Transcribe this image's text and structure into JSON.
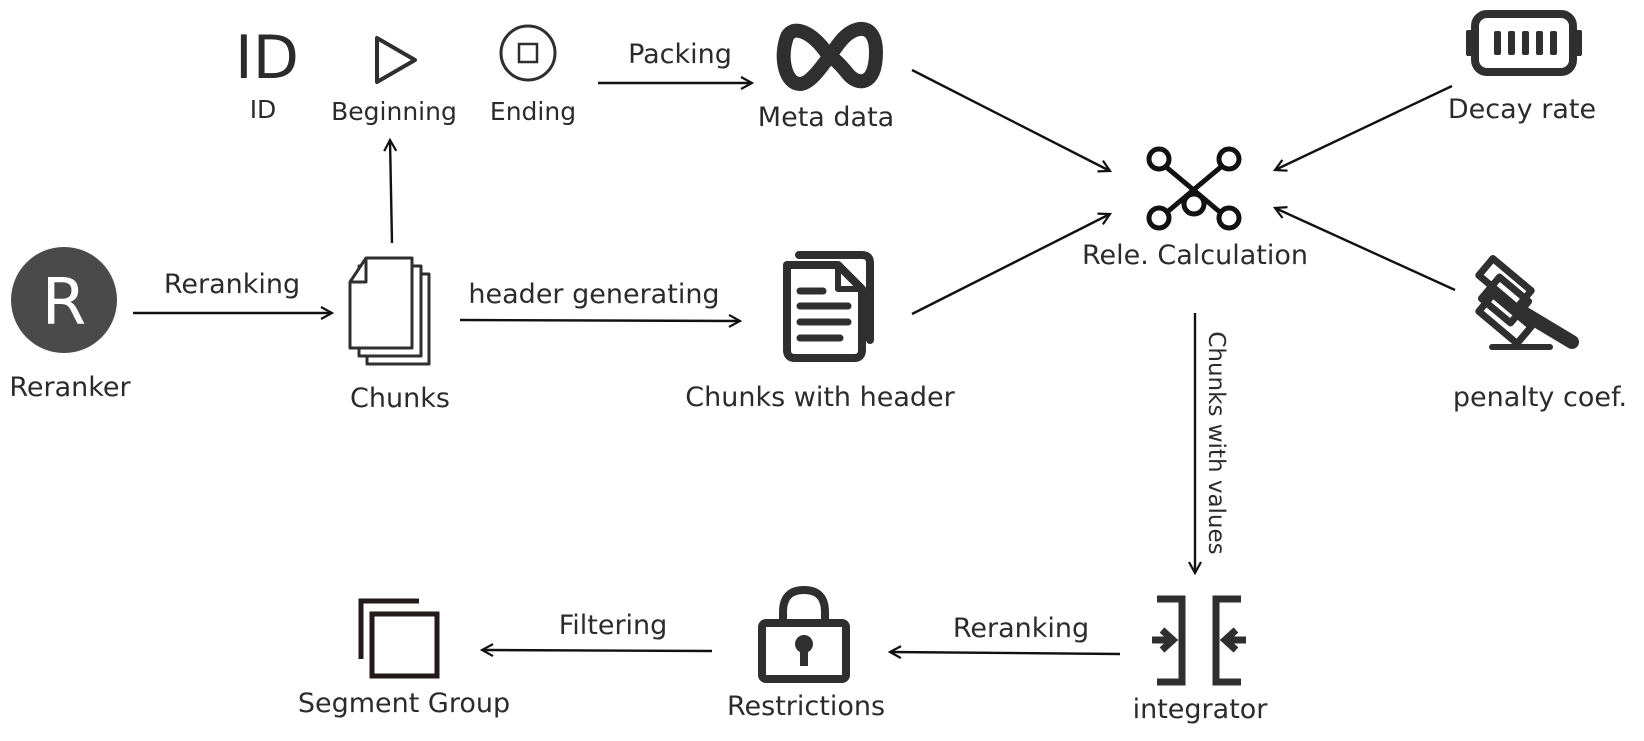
{
  "nodes": {
    "id": "ID",
    "id_glyph": "ID",
    "beginning": "Beginning",
    "ending": "Ending",
    "meta_data": "Meta data",
    "decay_rate": "Decay rate",
    "rele_calculation": "Rele. Calculation",
    "reranker": "Reranker",
    "reranker_glyph": "R",
    "chunks": "Chunks",
    "chunks_with_header": "Chunks with header",
    "penalty_coef": "penalty coef.",
    "integrator": "integrator",
    "restrictions": "Restrictions",
    "segment_group": "Segment Group"
  },
  "edges": {
    "packing": "Packing",
    "reranking_top": "Reranking",
    "header_generating": "header generating",
    "chunks_with_values": "Chunks with values",
    "reranking_bottom": "Reranking",
    "filtering": "Filtering"
  },
  "colors": {
    "icon": "#2f2f2f",
    "reranker_badge": "#4a4a4a",
    "arrow": "#111111",
    "text": "#2b2b2b"
  }
}
